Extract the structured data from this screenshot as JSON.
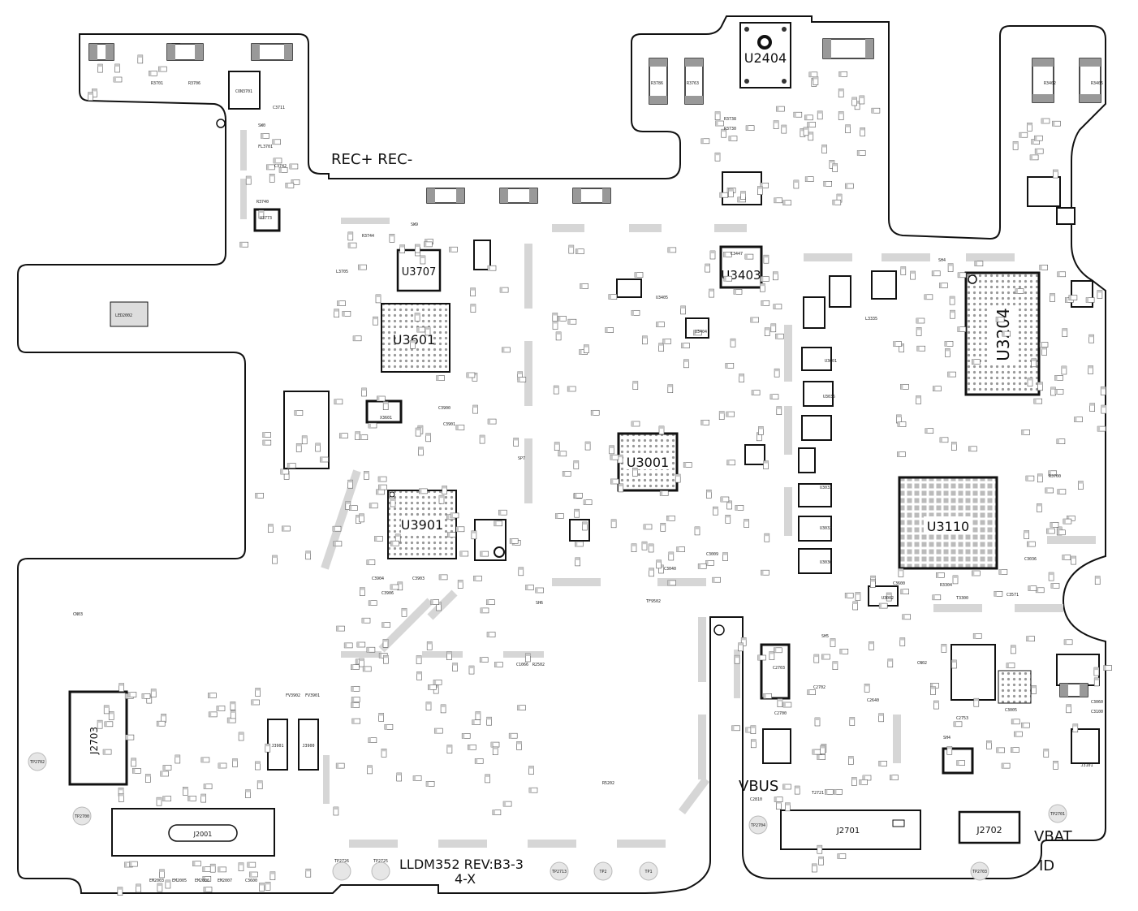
{
  "board": {
    "silk_main": "LLDM352 REV:B3-3",
    "silk_sub": "4-X",
    "connector_labels": {
      "rec": "REC+ REC-",
      "vbus": "VBUS",
      "vbat": "VBAT",
      "id": "ID"
    },
    "shields": [
      "SW9",
      "SH4",
      "SP7",
      "SH6",
      "SH5",
      "SH4",
      "SW0"
    ]
  },
  "chips": [
    {
      "name": "U2404"
    },
    {
      "name": "U3403"
    },
    {
      "name": "U3601"
    },
    {
      "name": "U3707"
    },
    {
      "name": "U3001"
    },
    {
      "name": "U3204"
    },
    {
      "name": "U3901"
    },
    {
      "name": "U3110"
    }
  ],
  "connectors": [
    {
      "name": "J2703"
    },
    {
      "name": "J2001"
    },
    {
      "name": "J2701"
    },
    {
      "name": "J2702"
    },
    {
      "name": "J3901"
    },
    {
      "name": "J3900"
    },
    {
      "name": "J3101"
    }
  ],
  "testpoints": [
    {
      "name": "TP2726"
    },
    {
      "name": "TP2725"
    },
    {
      "name": "TP2713"
    },
    {
      "name": "TP2"
    },
    {
      "name": "TP1"
    },
    {
      "name": "TP2704"
    },
    {
      "name": "TP2701"
    },
    {
      "name": "TP2700"
    },
    {
      "name": "TP2703"
    },
    {
      "name": "TP2702"
    }
  ],
  "small_parts": [
    {
      "name": "R3701"
    },
    {
      "name": "R3706"
    },
    {
      "name": "CON3701"
    },
    {
      "name": "C3711"
    },
    {
      "name": "FL3701"
    },
    {
      "name": "C3742"
    },
    {
      "name": "R3740"
    },
    {
      "name": "U3773"
    },
    {
      "name": "R3786"
    },
    {
      "name": "R3763"
    },
    {
      "name": "R3402"
    },
    {
      "name": "R3405"
    },
    {
      "name": "LED2002"
    },
    {
      "name": "R3744"
    },
    {
      "name": "L3705"
    },
    {
      "name": "X3601"
    },
    {
      "name": "C3900"
    },
    {
      "name": "C3901"
    },
    {
      "name": "R3738"
    },
    {
      "name": "R3730"
    },
    {
      "name": "C3447"
    },
    {
      "name": "U3405"
    },
    {
      "name": "U3404"
    },
    {
      "name": "L3335"
    },
    {
      "name": "U3601"
    },
    {
      "name": "U3035"
    },
    {
      "name": "U3033"
    },
    {
      "name": "U3032"
    },
    {
      "name": "U3036"
    },
    {
      "name": "C3009"
    },
    {
      "name": "C3040"
    },
    {
      "name": "C3600"
    },
    {
      "name": "U3002"
    },
    {
      "name": "C3571"
    },
    {
      "name": "R3700"
    },
    {
      "name": "C3036"
    },
    {
      "name": "C3904"
    },
    {
      "name": "C3903"
    },
    {
      "name": "C3906"
    },
    {
      "name": "C1066"
    },
    {
      "name": "R2502"
    },
    {
      "name": "TF9502"
    },
    {
      "name": "C2703"
    },
    {
      "name": "C2700"
    },
    {
      "name": "C2702"
    },
    {
      "name": "C2640"
    },
    {
      "name": "C2810"
    },
    {
      "name": "C3005"
    },
    {
      "name": "C2753"
    },
    {
      "name": "R5202"
    },
    {
      "name": "CN02"
    },
    {
      "name": "CN03"
    },
    {
      "name": "FV3902"
    },
    {
      "name": "FV3901"
    },
    {
      "name": "T2721"
    },
    {
      "name": "C3060"
    },
    {
      "name": "C3100"
    },
    {
      "name": "EM2003"
    },
    {
      "name": "EM2005"
    },
    {
      "name": "EM2006"
    },
    {
      "name": "EM2007"
    },
    {
      "name": "C3600"
    },
    {
      "name": "T3300"
    },
    {
      "name": "R3304"
    }
  ]
}
